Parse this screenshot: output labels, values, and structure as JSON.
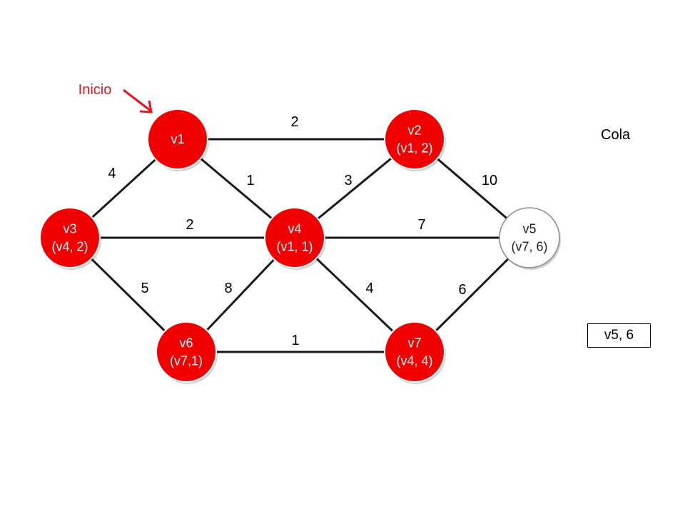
{
  "colors": {
    "visited": "#f00000",
    "unvisited": "#ffffff",
    "accent": "#e8141c",
    "edge": "#1a1a1a"
  },
  "start": {
    "label": "Inicio",
    "target": "v1"
  },
  "nodes": [
    {
      "id": "v1",
      "lines": [
        "v1"
      ],
      "visited": true
    },
    {
      "id": "v2",
      "lines": [
        "v2",
        "(v1, 2)"
      ],
      "visited": true
    },
    {
      "id": "v3",
      "lines": [
        "v3",
        "(v4, 2)"
      ],
      "visited": true
    },
    {
      "id": "v4",
      "lines": [
        "v4",
        "(v1, 1)"
      ],
      "visited": true
    },
    {
      "id": "v5",
      "lines": [
        "v5",
        "(v7, 6)"
      ],
      "visited": false
    },
    {
      "id": "v6",
      "lines": [
        "v6",
        "(v7,1)"
      ],
      "visited": true
    },
    {
      "id": "v7",
      "lines": [
        "v7",
        "(v4, 4)"
      ],
      "visited": true
    }
  ],
  "edges": [
    {
      "from": "v1",
      "to": "v2",
      "weight": "2"
    },
    {
      "from": "v1",
      "to": "v3",
      "weight": "4"
    },
    {
      "from": "v1",
      "to": "v4",
      "weight": "1"
    },
    {
      "from": "v4",
      "to": "v2",
      "weight": "3"
    },
    {
      "from": "v2",
      "to": "v5",
      "weight": "10"
    },
    {
      "from": "v3",
      "to": "v4",
      "weight": "2"
    },
    {
      "from": "v4",
      "to": "v5",
      "weight": "7"
    },
    {
      "from": "v3",
      "to": "v6",
      "weight": "5"
    },
    {
      "from": "v6",
      "to": "v4",
      "weight": "8"
    },
    {
      "from": "v4",
      "to": "v7",
      "weight": "4"
    },
    {
      "from": "v7",
      "to": "v5",
      "weight": "6"
    },
    {
      "from": "v6",
      "to": "v7",
      "weight": "1"
    }
  ],
  "queue": {
    "title": "Cola",
    "items": [
      "v5, 6"
    ]
  }
}
